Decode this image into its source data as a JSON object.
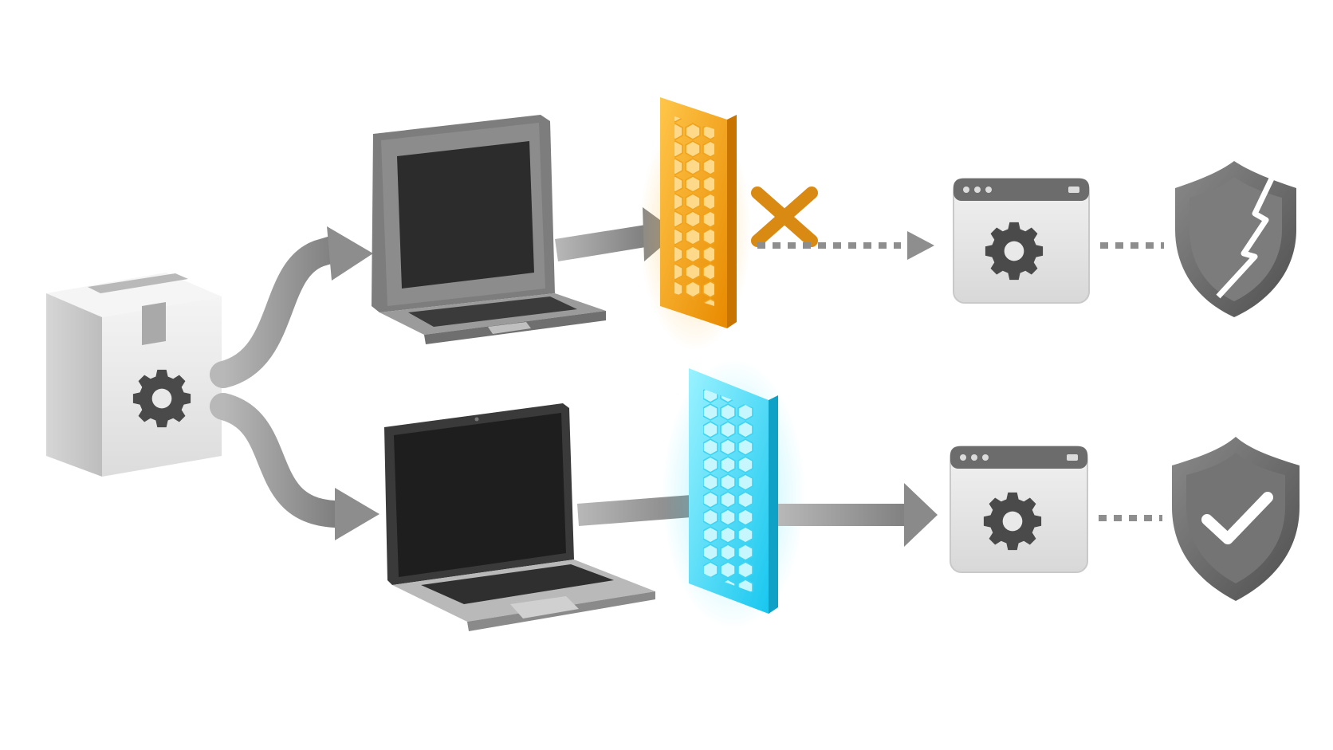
{
  "diagram": {
    "source": {
      "icon": "package-gear-icon"
    },
    "lanes": [
      {
        "id": "top",
        "device_icon": "legacy-laptop-icon",
        "filter_icon": "orange-mesh-filter-icon",
        "filter_color": "#f2a10f",
        "outcome_icon": "blocked-x-icon",
        "outcome_color": "#d98a12",
        "app_icon": "app-window-gear-icon",
        "result_icon": "broken-shield-icon",
        "link_style": "dotted"
      },
      {
        "id": "bottom",
        "device_icon": "modern-laptop-icon",
        "filter_icon": "cyan-mesh-filter-icon",
        "filter_color": "#2fd6f5",
        "outcome_icon": "pass-arrow-icon",
        "outcome_color": "#8a8a8a",
        "app_icon": "app-window-gear-icon",
        "result_icon": "check-shield-icon",
        "link_style": "solid"
      }
    ],
    "colors": {
      "arrow": "#8f8f8f",
      "arrow_dark": "#6e6e6e",
      "device_body": "#8b8b8b",
      "screen": "#2a2a2a",
      "window": "#e4e4e4",
      "shield": "#6a6a6a"
    }
  }
}
